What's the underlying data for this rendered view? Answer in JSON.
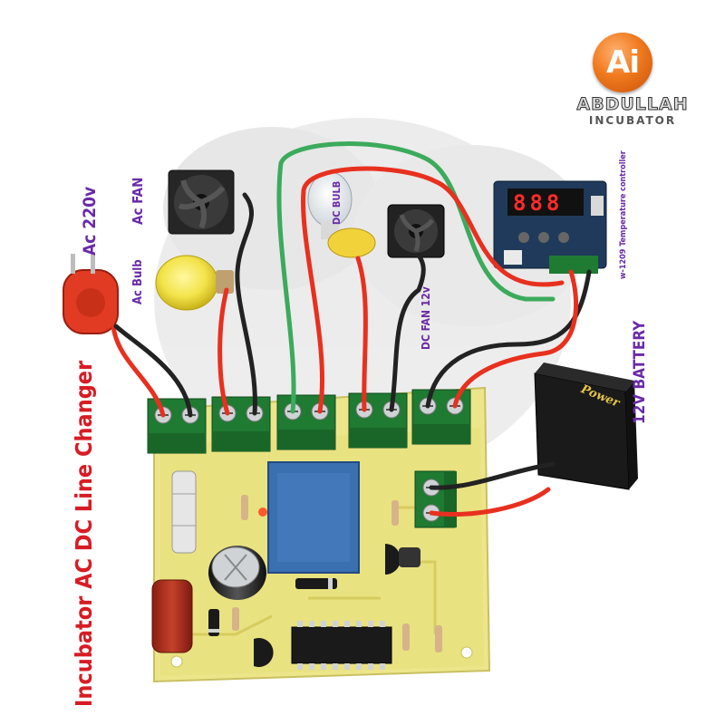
{
  "title": "Incubator AC DC Line Changer",
  "logo": {
    "mark": "Ai",
    "name": "ABDULLAH",
    "subtitle": "INCUBATOR"
  },
  "labels": {
    "ac_supply": "Ac 220v",
    "ac_fan": "Ac FAN",
    "ac_bulb": "Ac Bulb",
    "dc_bulb": "DC BULB",
    "dc_fan": "DC FAN 12v",
    "thermostat": "w-1209 Temperature controller",
    "battery": "12V BATTERY"
  },
  "thermostat_display": "888",
  "battery_brand": "Power",
  "colors": {
    "pcb": "#ece58a",
    "terminal": "#1f7a32",
    "relay": "#3a6fb0",
    "wire_red": "#e8301f",
    "wire_black": "#222222",
    "wire_green": "#3caa5c",
    "title": "#d81c24",
    "label": "#6a2aa8"
  }
}
